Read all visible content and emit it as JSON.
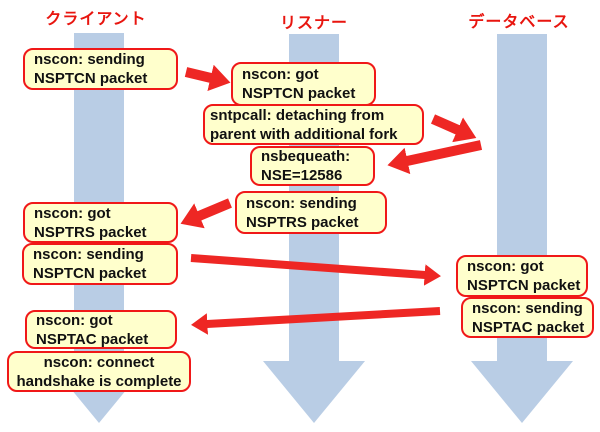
{
  "diagram": {
    "title": "listener-connection-handshake-flow",
    "columns": [
      {
        "id": "client",
        "label": "クライアント"
      },
      {
        "id": "listener",
        "label": "リスナー"
      },
      {
        "id": "database",
        "label": "データベース"
      }
    ],
    "boxes": [
      {
        "column": "client",
        "line1": "nscon: sending",
        "line2": "NSPTCN packet"
      },
      {
        "column": "listener",
        "line1": "nscon: got",
        "line2": "NSPTCN packet"
      },
      {
        "column": "listener",
        "line1": "sntpcall: detaching from",
        "line2": "parent with additional fork"
      },
      {
        "column": "listener",
        "line1": "nsbequeath:",
        "line2": "NSE=12586"
      },
      {
        "column": "listener",
        "line1": "nscon: sending",
        "line2": "NSPTRS packet"
      },
      {
        "column": "client",
        "line1": "nscon: got",
        "line2": "NSPTRS packet"
      },
      {
        "column": "client",
        "line1": "nscon: sending",
        "line2": "NSPTCN packet"
      },
      {
        "column": "database",
        "line1": "nscon: got",
        "line2": "NSPTCN packet"
      },
      {
        "column": "database",
        "line1": "nscon: sending",
        "line2": "NSPTAC packet"
      },
      {
        "column": "client",
        "line1": "nscon: got",
        "line2": "NSPTAC packet"
      },
      {
        "column": "client",
        "line1": "nscon: connect",
        "line2": "handshake is complete"
      }
    ],
    "arrows": [
      {
        "from": "client",
        "to": "listener"
      },
      {
        "from": "listener",
        "to": "database"
      },
      {
        "from": "database",
        "to": "listener"
      },
      {
        "from": "listener",
        "to": "client"
      },
      {
        "from": "client",
        "to": "database"
      },
      {
        "from": "database",
        "to": "client"
      }
    ],
    "colors": {
      "lane_arrow": "#b9cde5",
      "box_fill": "#ffffcc",
      "box_border": "#f01818",
      "message_arrow": "#ee2724",
      "header_text": "#e8150f",
      "box_text": "#111111"
    }
  }
}
